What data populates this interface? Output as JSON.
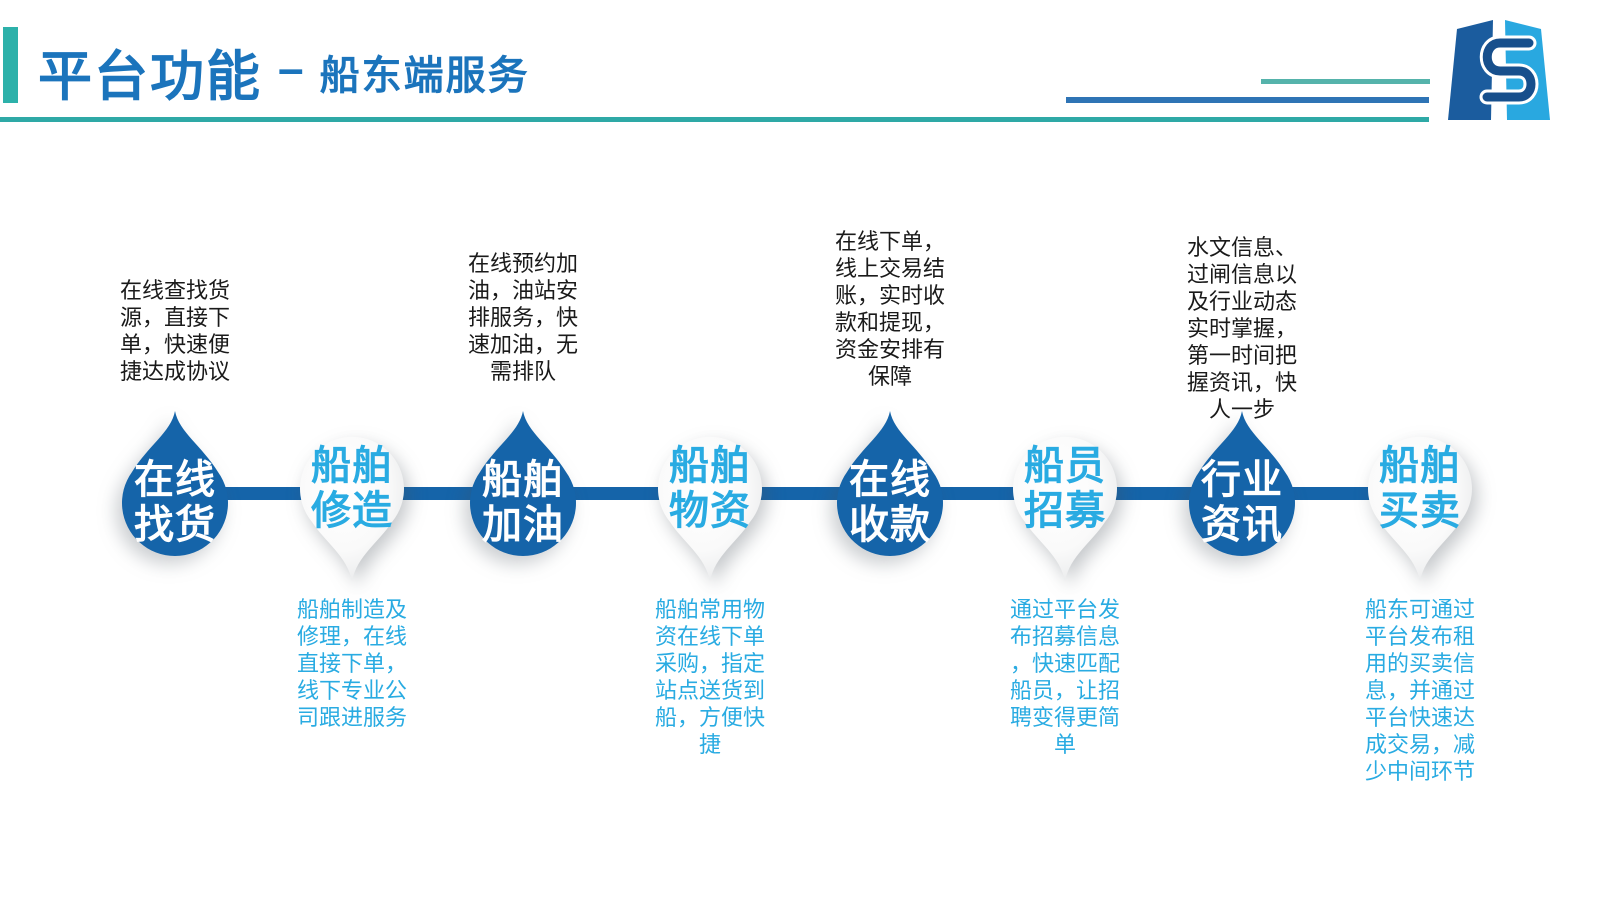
{
  "slide": {
    "title": "平台功能",
    "title_separator": "–",
    "subtitle": "船东端服务"
  },
  "colors": {
    "primary_blue": "#1564A9",
    "accent_light_blue": "#29ABE2",
    "title_blue": "#1B74BC",
    "teal": "#2DB1AA",
    "logo_dark_blue": "#1B5C9E",
    "logo_light_blue": "#29A8E0"
  },
  "icons": {
    "logo": "s-curve-towers-logo-icon",
    "dark_marker": "water-drop-up-icon",
    "light_marker": "pin-down-icon"
  },
  "nodes": [
    {
      "label": "在线找货",
      "label_top": "在线",
      "label_bottom": "找货",
      "variant": "dark",
      "desc_position": "above",
      "desc": "在线查找货源，直接下单，快速便捷达成协议"
    },
    {
      "label": "船舶修造",
      "label_top": "船舶",
      "label_bottom": "修造",
      "variant": "light",
      "desc_position": "below",
      "desc": "船舶制造及修理，在线直接下单，线下专业公司跟进服务"
    },
    {
      "label": "船舶加油",
      "label_top": "船舶",
      "label_bottom": "加油",
      "variant": "dark",
      "desc_position": "above",
      "desc": "在线预约加油，油站安排服务，快速加油，无需排队"
    },
    {
      "label": "船舶物资",
      "label_top": "船舶",
      "label_bottom": "物资",
      "variant": "light",
      "desc_position": "below",
      "desc": "船舶常用物资在线下单采购，指定站点送货到船，方便快捷"
    },
    {
      "label": "在线收款",
      "label_top": "在线",
      "label_bottom": "收款",
      "variant": "dark",
      "desc_position": "above",
      "desc": "在线下单，线上交易结账，实时收款和提现，资金安排有保障"
    },
    {
      "label": "船员招募",
      "label_top": "船员",
      "label_bottom": "招募",
      "variant": "light",
      "desc_position": "below",
      "desc": "通过平台发布招募信息，快速匹配船员，让招聘变得更简单"
    },
    {
      "label": "行业资讯",
      "label_top": "行业",
      "label_bottom": "资讯",
      "variant": "dark",
      "desc_position": "above",
      "desc": "水文信息、过闸信息以及行业动态实时掌握，第一时间把握资讯，快人一步"
    },
    {
      "label": "船舶买卖",
      "label_top": "船舶",
      "label_bottom": "买卖",
      "variant": "light",
      "desc_position": "below",
      "desc": "船东可通过平台发布租用的买卖信息，并通过平台快速达成交易，减少中间环节"
    }
  ]
}
